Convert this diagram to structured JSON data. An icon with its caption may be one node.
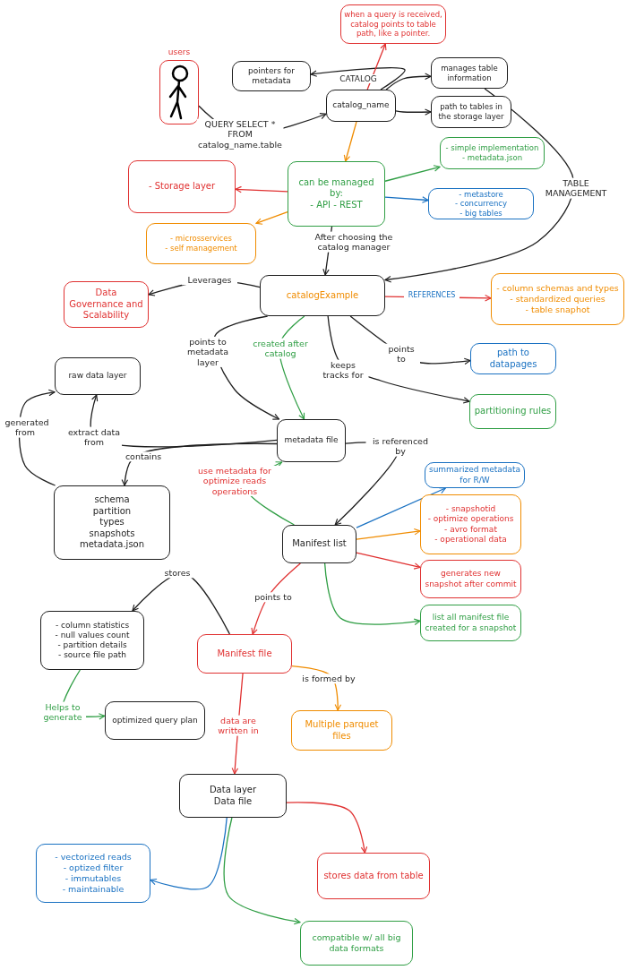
{
  "diagram": {
    "nodes": [
      {
        "text": [],
        "shape": "person",
        "beside": [
          "users"
        ]
      },
      {
        "text": [
          "pointers for metadata"
        ]
      },
      {
        "text": [
          "catalog_name"
        ],
        "beside": [
          "CATALOG"
        ]
      },
      {
        "text": [
          "when a query is received, catalog points to table path, like a pointer."
        ]
      },
      {
        "text": [
          "manages table information"
        ]
      },
      {
        "text": [
          "path to tables in the storage layer"
        ]
      },
      {
        "text": [
          "- Storage layer"
        ]
      },
      {
        "text": [
          "can be managed by:",
          "- API - REST"
        ]
      },
      {
        "text": [
          "- simple implementation",
          "- metadata.json"
        ]
      },
      {
        "text": [
          "- metastore",
          "- concurrency",
          "- big tables"
        ]
      },
      {
        "text": [
          "- microsservices",
          "- self management"
        ]
      },
      {
        "text": [
          "Data Governance and Scalability"
        ]
      },
      {
        "text": [
          "catalogExample"
        ]
      },
      {
        "text": [
          "- column schemas and types",
          "- standardized queries",
          "- table snaphot"
        ]
      },
      {
        "text": [
          "path to datapages"
        ]
      },
      {
        "text": [
          "raw data layer"
        ]
      },
      {
        "text": [
          "partitioning rules"
        ]
      },
      {
        "text": [
          "metadata file"
        ]
      },
      {
        "text": [
          "schema",
          "partition",
          "types",
          "snapshots",
          "metadata.json"
        ]
      },
      {
        "text": [
          "summarized metadata for R/W"
        ]
      },
      {
        "text": [
          "Manifest list"
        ]
      },
      {
        "text": [
          "- snapshotid",
          "- optimize operations",
          "- avro format",
          "- operational data"
        ]
      },
      {
        "text": [
          "generates new snapshot after commit"
        ]
      },
      {
        "text": [
          "- column statistics",
          "- null values count",
          "- partition details",
          "- source file path"
        ]
      },
      {
        "text": [
          "list all manifest file created for a snapshot"
        ]
      },
      {
        "text": [
          "Manifest file"
        ]
      },
      {
        "text": [
          "optimized query plan"
        ]
      },
      {
        "text": [
          "Multiple parquet files"
        ]
      },
      {
        "text": [
          "Data layer",
          "Data file"
        ]
      },
      {
        "text": [
          "- vectorized reads",
          "- optized filter",
          "- immutables",
          "- maintainable"
        ]
      },
      {
        "text": [
          "stores data from table"
        ]
      },
      {
        "text": [
          "compatible w/ all big data formats"
        ]
      }
    ],
    "edges": [
      {
        "from": 0,
        "to": 2,
        "arrow": "to",
        "label": "QUERY SELECT * FROM catalog_name.table"
      },
      {
        "from": 2,
        "to": 1,
        "arrow": "to"
      },
      {
        "from": 2,
        "to": 3,
        "arrow": "to",
        "color": "#e03131"
      },
      {
        "from": 2,
        "to": 4,
        "arrow": "to"
      },
      {
        "from": 2,
        "to": 5,
        "arrow": "to"
      },
      {
        "from": 2,
        "to": 7,
        "arrow": "to",
        "color": "#f08c00"
      },
      {
        "from": 7,
        "to": 6,
        "arrow": "to",
        "color": "#e03131"
      },
      {
        "from": 7,
        "to": 8,
        "arrow": "to",
        "color": "#2f9e44"
      },
      {
        "from": 7,
        "to": 9,
        "arrow": "to",
        "color": "#1971c2"
      },
      {
        "from": 7,
        "to": 10,
        "arrow": "to",
        "color": "#f08c00"
      },
      {
        "from": 7,
        "to": 12,
        "arrow": "to",
        "label": "After choosing the catalog manager"
      },
      {
        "from": 4,
        "to": 12,
        "arrow": "to",
        "label": "TABLE MANAGEMENT"
      },
      {
        "from": 12,
        "to": 11,
        "arrow": "to",
        "label": "Leverages"
      },
      {
        "from": 12,
        "to": 13,
        "arrow": "to",
        "label": "REFERENCES",
        "color": "#e03131"
      },
      {
        "from": 12,
        "to": 17,
        "arrow": "to",
        "label": "points to metadata layer"
      },
      {
        "from": 12,
        "to": 17,
        "arrow": "to",
        "label": "created after catalog",
        "color": "#2f9e44"
      },
      {
        "from": 12,
        "to": 16,
        "arrow": "to",
        "label": "keeps tracks for"
      },
      {
        "from": 12,
        "to": 14,
        "arrow": "to",
        "label": "points to"
      },
      {
        "from": 17,
        "to": 15,
        "arrow": "to",
        "label": "extract data from"
      },
      {
        "from": 17,
        "to": 18,
        "arrow": "to",
        "label": "contains"
      },
      {
        "from": 18,
        "to": 15,
        "arrow": "to",
        "label": "generated from"
      },
      {
        "from": 17,
        "to": 20,
        "arrow": "to",
        "label": "is referenced by"
      },
      {
        "from": 20,
        "to": 17,
        "arrow": "to",
        "label": "use metadata for optimize reads operations",
        "color": "#2f9e44"
      },
      {
        "from": 20,
        "to": 19,
        "arrow": "to",
        "color": "#1971c2"
      },
      {
        "from": 20,
        "to": 21,
        "arrow": "to",
        "color": "#f08c00"
      },
      {
        "from": 20,
        "to": 22,
        "arrow": "to",
        "color": "#e03131"
      },
      {
        "from": 20,
        "to": 24,
        "arrow": "to",
        "color": "#2f9e44"
      },
      {
        "from": 20,
        "to": 25,
        "arrow": "to",
        "label": "points to",
        "color": "#e03131"
      },
      {
        "from": 25,
        "to": 23,
        "arrow": "to",
        "label": "stores"
      },
      {
        "from": 23,
        "to": 26,
        "arrow": "to",
        "label": "Helps to generate",
        "color": "#2f9e44"
      },
      {
        "from": 25,
        "to": 27,
        "arrow": "to",
        "label": "is formed by",
        "color": "#f08c00"
      },
      {
        "from": 25,
        "to": 28,
        "arrow": "to",
        "label": "data are written in",
        "color": "#e03131"
      },
      {
        "from": 28,
        "to": 29,
        "arrow": "to",
        "color": "#1971c2"
      },
      {
        "from": 28,
        "to": 30,
        "arrow": "to",
        "color": "#e03131"
      },
      {
        "from": 28,
        "to": 31,
        "arrow": "to",
        "color": "#2f9e44"
      }
    ]
  }
}
